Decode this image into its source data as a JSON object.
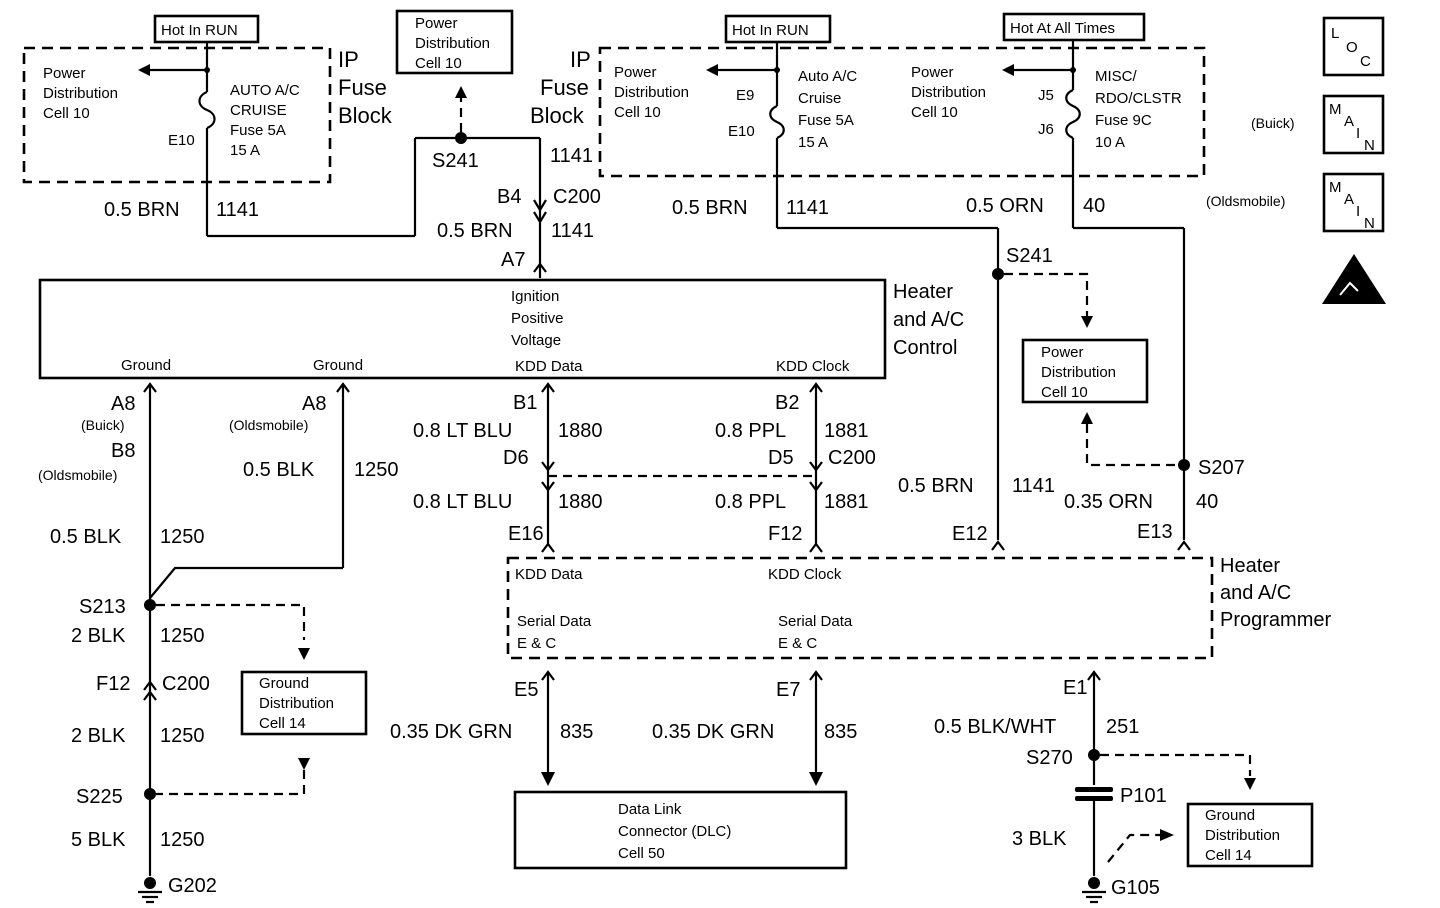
{
  "fuse_left": {
    "hot_label": "Hot In RUN",
    "block_label": [
      "IP",
      "Fuse",
      "Block"
    ],
    "power_dist": [
      "Power",
      "Distribution",
      "Cell 10"
    ],
    "fuse_text": [
      "AUTO A/C",
      "CRUISE",
      "Fuse 5A",
      "15 A"
    ],
    "pin": "E10"
  },
  "power_dist_top": [
    "Power",
    "Distribution",
    "Cell 10"
  ],
  "fuse_right": {
    "hot_run_label": "Hot In RUN",
    "hot_always_label": "Hot At All Times",
    "block_label": [
      "IP",
      "Fuse",
      "Block"
    ],
    "power_dist_a": [
      "Power",
      "Distribution",
      "Cell 10"
    ],
    "fuse_a_text": [
      "Auto A/C",
      "Cruise",
      "Fuse 5A",
      "15 A"
    ],
    "fuse_a_pins": [
      "E9",
      "E10"
    ],
    "power_dist_b": [
      "Power",
      "Distribution",
      "Cell 10"
    ],
    "fuse_b_text": [
      "MISC/",
      "RDO/CLSTR",
      "Fuse 9C",
      "10 A"
    ],
    "fuse_b_pins": [
      "J5",
      "J6"
    ]
  },
  "legend": {
    "loc": [
      "L",
      "O",
      "C"
    ],
    "main": [
      "M",
      "A",
      "I",
      "N"
    ],
    "buick": "(Buick)",
    "olds": "(Oldsmobile)"
  },
  "splices": {
    "s241_top": "S241",
    "s241_right": "S241",
    "s207": "S207",
    "s213": "S213",
    "s225": "S225",
    "s270": "S270"
  },
  "wires": {
    "brn_left_gauge": "0.5 BRN",
    "brn_left_circuit": "1141",
    "s241_circuit": "1141",
    "b4": "B4",
    "c200_top": "C200",
    "brn_mid_gauge": "0.5 BRN",
    "brn_mid_circuit": "1141",
    "a7": "A7",
    "brn_right_gauge": "0.5 BRN",
    "brn_right_circuit": "1141",
    "orn_gauge": "0.5 ORN",
    "orn_circuit": "40",
    "brn_low_gauge": "0.5 BRN",
    "brn_low_circuit": "1141",
    "orn_low_gauge": "0.35 ORN",
    "orn_low_circuit": "40",
    "e12": "E12",
    "e13": "E13"
  },
  "heater_control": {
    "title": [
      "Heater",
      "and A/C",
      "Control"
    ],
    "ignition": [
      "Ignition",
      "Positive",
      "Voltage"
    ],
    "ground1": "Ground",
    "ground2": "Ground",
    "kdd_data": "KDD Data",
    "kdd_clock": "KDD Clock"
  },
  "left_branch": {
    "a8_buick": "A8",
    "buick": "(Buick)",
    "b8_olds": "B8",
    "olds": "(Oldsmobile)",
    "a8_olds": "A8",
    "olds2": "(Oldsmobile)",
    "blk_a_gauge": "0.5 BLK",
    "blk_a_circuit": "1250",
    "blk_b_gauge": "0.5 BLK",
    "blk_b_circuit": "1250",
    "blk2_gauge": "2 BLK",
    "blk2_circuit": "1250",
    "f12": "F12",
    "c200": "C200",
    "blk2b_gauge": "2 BLK",
    "blk2b_circuit": "1250",
    "blk5_gauge": "5 BLK",
    "blk5_circuit": "1250",
    "g202": "G202",
    "ground_dist": [
      "Ground",
      "Distribution",
      "Cell 14"
    ]
  },
  "data_lines": {
    "b1": "B1",
    "lt_blu_gauge": "0.8 LT BLU",
    "lt_blu_circuit": "1880",
    "d6": "D6",
    "lt_blu_gauge2": "0.8 LT BLU",
    "lt_blu_circuit2": "1880",
    "e16": "E16",
    "b2": "B2",
    "ppl_gauge": "0.8 PPL",
    "ppl_circuit": "1881",
    "d5": "D5",
    "c200": "C200",
    "ppl_gauge2": "0.8 PPL",
    "ppl_circuit2": "1881",
    "f12": "F12"
  },
  "programmer": {
    "title": [
      "Heater",
      "and A/C",
      "Programmer"
    ],
    "kdd_data": "KDD Data",
    "kdd_clock": "KDD Clock",
    "serial_a": [
      "Serial Data",
      "E & C"
    ],
    "serial_b": [
      "Serial Data",
      "E & C"
    ]
  },
  "dlc_lines": {
    "e5": "E5",
    "grn_a_gauge": "0.35 DK GRN",
    "grn_a_circuit": "835",
    "e7": "E7",
    "grn_b_gauge": "0.35 DK GRN",
    "grn_b_circuit": "835",
    "dlc": [
      "Data Link",
      "Connector (DLC)",
      "Cell 50"
    ]
  },
  "right_ground": {
    "e1": "E1",
    "blkwht_gauge": "0.5 BLK/WHT",
    "blkwht_circuit": "251",
    "p101": "P101",
    "blk3_gauge": "3 BLK",
    "g105": "G105",
    "ground_dist": [
      "Ground",
      "Distribution",
      "Cell 14"
    ]
  },
  "power_dist_right": [
    "Power",
    "Distribution",
    "Cell 10"
  ]
}
